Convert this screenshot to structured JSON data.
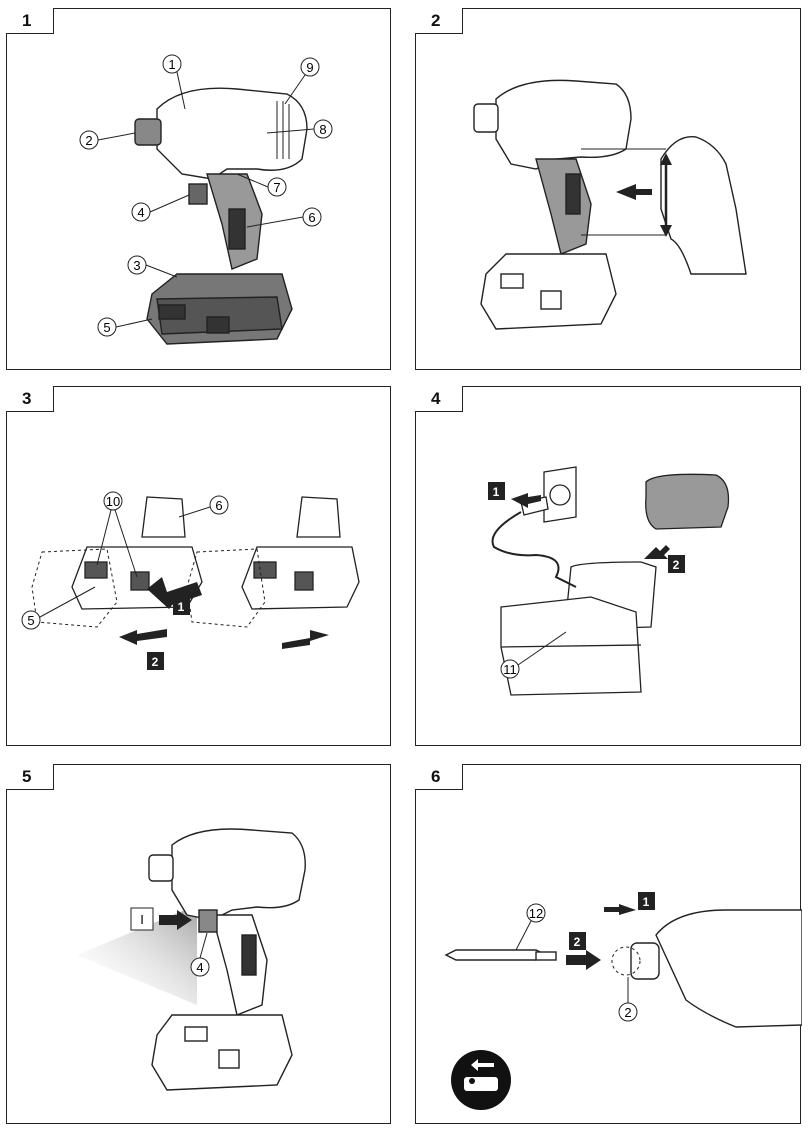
{
  "panels": [
    {
      "number": "1"
    },
    {
      "number": "2"
    },
    {
      "number": "3"
    },
    {
      "number": "4"
    },
    {
      "number": "5"
    },
    {
      "number": "6"
    }
  ],
  "callouts": {
    "c1": "1",
    "c2": "2",
    "c3": "3",
    "c4": "4",
    "c5": "5",
    "c6": "6",
    "c7": "7",
    "c8": "8",
    "c9": "9",
    "c10": "10",
    "c11": "11",
    "c12": "12"
  },
  "step_labels": {
    "s1": "1",
    "s2": "2",
    "I": "I"
  },
  "colors": {
    "line": "#222222",
    "tool_gray": "#7d7d7d",
    "dark": "#2a2a2a"
  }
}
